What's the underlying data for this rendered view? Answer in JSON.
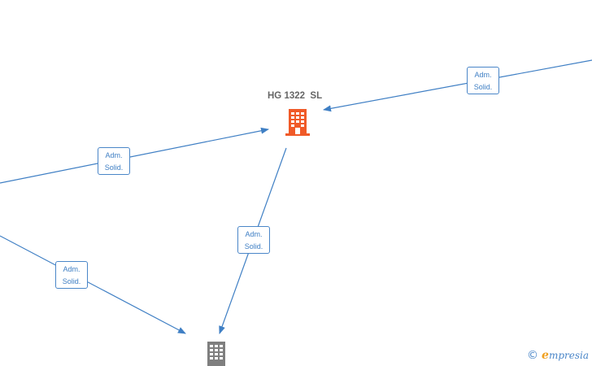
{
  "diagram": {
    "company_node": {
      "name": "HG 1322  SL",
      "color": "#f05a28",
      "icon": "building-icon"
    },
    "other_node": {
      "color": "#7f7f7f",
      "icon": "building-icon"
    },
    "edge_color": "#3f7fc4",
    "edges": [
      {
        "label_line1": "Adm.",
        "label_line2": "Solid."
      },
      {
        "label_line1": "Adm.",
        "label_line2": "Solid."
      },
      {
        "label_line1": "Adm.",
        "label_line2": "Solid."
      },
      {
        "label_line1": "Adm.",
        "label_line2": "Solid."
      }
    ]
  },
  "watermark": {
    "copyright": "©",
    "brand_first": "e",
    "brand_rest": "mpresia",
    "brand_color": "#4a86c8",
    "accent_color": "#f0a020"
  }
}
